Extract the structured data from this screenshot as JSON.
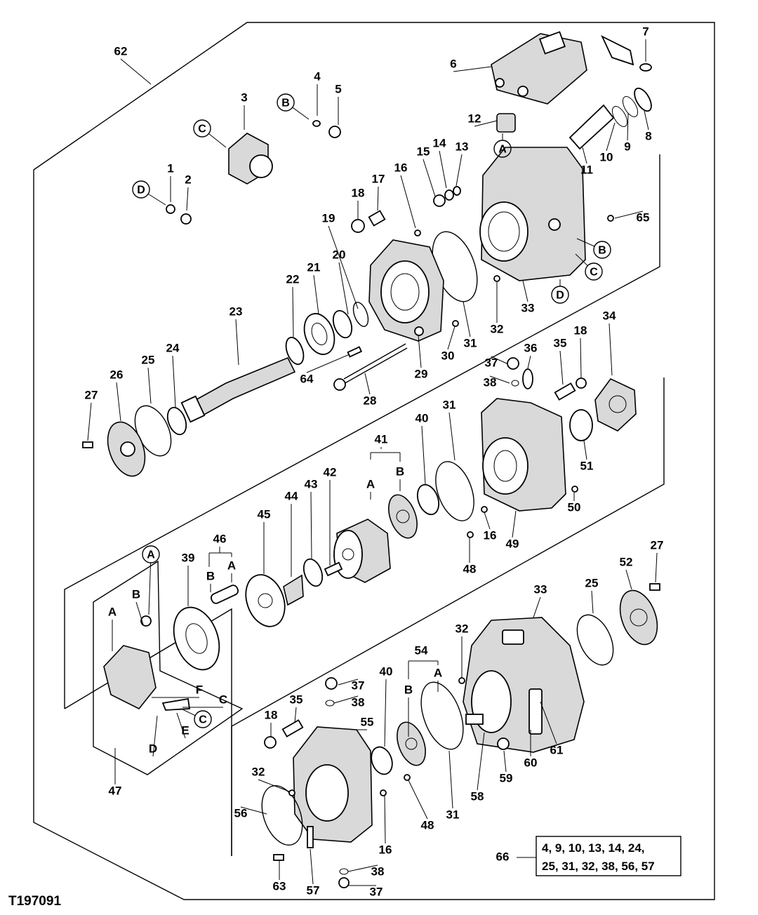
{
  "diagram": {
    "figure_code": "T197091",
    "kit_box": {
      "line1": "4, 9, 10, 13, 14, 24,",
      "line2": "25, 31, 32, 38, 56, 57"
    },
    "callouts": [
      {
        "id": "c62",
        "text": "62"
      },
      {
        "id": "c3",
        "text": "3"
      },
      {
        "id": "c4",
        "text": "4"
      },
      {
        "id": "c5",
        "text": "5"
      },
      {
        "id": "c1",
        "text": "1"
      },
      {
        "id": "c2",
        "text": "2"
      },
      {
        "id": "c6",
        "text": "6"
      },
      {
        "id": "c7",
        "text": "7"
      },
      {
        "id": "c12",
        "text": "12"
      },
      {
        "id": "c15",
        "text": "15"
      },
      {
        "id": "c14",
        "text": "14"
      },
      {
        "id": "c13",
        "text": "13"
      },
      {
        "id": "c16a",
        "text": "16"
      },
      {
        "id": "c17",
        "text": "17"
      },
      {
        "id": "c18a",
        "text": "18"
      },
      {
        "id": "c11",
        "text": "11"
      },
      {
        "id": "c10",
        "text": "10"
      },
      {
        "id": "c9",
        "text": "9"
      },
      {
        "id": "c8",
        "text": "8"
      },
      {
        "id": "c65",
        "text": "65"
      },
      {
        "id": "c19",
        "text": "19"
      },
      {
        "id": "c20",
        "text": "20"
      },
      {
        "id": "c21",
        "text": "21"
      },
      {
        "id": "c22",
        "text": "22"
      },
      {
        "id": "c23",
        "text": "23"
      },
      {
        "id": "c33a",
        "text": "33"
      },
      {
        "id": "c32a",
        "text": "32"
      },
      {
        "id": "c31a",
        "text": "31"
      },
      {
        "id": "c30",
        "text": "30"
      },
      {
        "id": "c29",
        "text": "29"
      },
      {
        "id": "c64",
        "text": "64"
      },
      {
        "id": "c28",
        "text": "28"
      },
      {
        "id": "c24",
        "text": "24"
      },
      {
        "id": "c25a",
        "text": "25"
      },
      {
        "id": "c26",
        "text": "26"
      },
      {
        "id": "c27a",
        "text": "27"
      },
      {
        "id": "c36",
        "text": "36"
      },
      {
        "id": "c37a",
        "text": "37"
      },
      {
        "id": "c38a",
        "text": "38"
      },
      {
        "id": "c35a",
        "text": "35"
      },
      {
        "id": "c18b",
        "text": "18"
      },
      {
        "id": "c34",
        "text": "34"
      },
      {
        "id": "c31b",
        "text": "31"
      },
      {
        "id": "c41",
        "text": "41"
      },
      {
        "id": "c40a",
        "text": "40"
      },
      {
        "id": "c51",
        "text": "51"
      },
      {
        "id": "c50",
        "text": "50"
      },
      {
        "id": "c16b",
        "text": "16"
      },
      {
        "id": "c49",
        "text": "49"
      },
      {
        "id": "c48a",
        "text": "48"
      },
      {
        "id": "c42",
        "text": "42"
      },
      {
        "id": "c43",
        "text": "43"
      },
      {
        "id": "c44",
        "text": "44"
      },
      {
        "id": "c45",
        "text": "45"
      },
      {
        "id": "c46",
        "text": "46"
      },
      {
        "id": "c39",
        "text": "39"
      },
      {
        "id": "c27b",
        "text": "27"
      },
      {
        "id": "c52",
        "text": "52"
      },
      {
        "id": "c25b",
        "text": "25"
      },
      {
        "id": "c33b",
        "text": "33"
      },
      {
        "id": "c32b",
        "text": "32"
      },
      {
        "id": "c54",
        "text": "54"
      },
      {
        "id": "c40b",
        "text": "40"
      },
      {
        "id": "c37b",
        "text": "37"
      },
      {
        "id": "c38b",
        "text": "38"
      },
      {
        "id": "c35b",
        "text": "35"
      },
      {
        "id": "c18c",
        "text": "18"
      },
      {
        "id": "c55",
        "text": "55"
      },
      {
        "id": "c32c",
        "text": "32"
      },
      {
        "id": "c56",
        "text": "56"
      },
      {
        "id": "c16c",
        "text": "16"
      },
      {
        "id": "c48b",
        "text": "48"
      },
      {
        "id": "c31c",
        "text": "31"
      },
      {
        "id": "c58",
        "text": "58"
      },
      {
        "id": "c59",
        "text": "59"
      },
      {
        "id": "c60",
        "text": "60"
      },
      {
        "id": "c61",
        "text": "61"
      },
      {
        "id": "c47",
        "text": "47"
      },
      {
        "id": "c63",
        "text": "63"
      },
      {
        "id": "c57",
        "text": "57"
      },
      {
        "id": "c38c",
        "text": "38"
      },
      {
        "id": "c37c",
        "text": "37"
      },
      {
        "id": "c66",
        "text": "66"
      }
    ],
    "letters": [
      {
        "id": "l41A",
        "text": "A"
      },
      {
        "id": "l41B",
        "text": "B"
      },
      {
        "id": "l46A",
        "text": "A"
      },
      {
        "id": "l46B",
        "text": "B"
      },
      {
        "id": "l47A",
        "text": "A"
      },
      {
        "id": "l47B",
        "text": "B"
      },
      {
        "id": "l47F",
        "text": "F"
      },
      {
        "id": "l47C",
        "text": "C"
      },
      {
        "id": "l47D",
        "text": "D"
      },
      {
        "id": "l47E",
        "text": "E"
      },
      {
        "id": "l54A",
        "text": "A"
      },
      {
        "id": "l54B",
        "text": "B"
      }
    ],
    "circled": [
      {
        "id": "o_c3",
        "text": "C"
      },
      {
        "id": "o_b4",
        "text": "B"
      },
      {
        "id": "o_d1",
        "text": "D"
      },
      {
        "id": "o_a12",
        "text": "A"
      },
      {
        "id": "o_b33",
        "text": "B"
      },
      {
        "id": "o_c33",
        "text": "C"
      },
      {
        "id": "o_d33",
        "text": "D"
      },
      {
        "id": "o_a47",
        "text": "A"
      },
      {
        "id": "o_c47",
        "text": "C"
      }
    ]
  }
}
